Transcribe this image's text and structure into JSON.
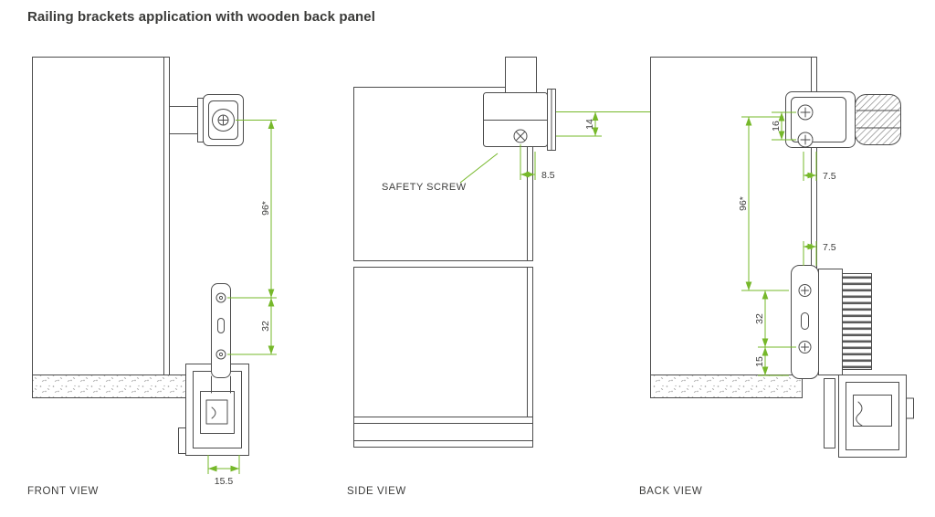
{
  "title": "Railing brackets application with wooden back panel",
  "colors": {
    "dimension_green": "#76b82a",
    "drawing_line": "#4c4c4c",
    "text": "#3c3c3b"
  },
  "views": {
    "front": {
      "label": "FRONT VIEW",
      "dim_96": "96*",
      "dim_32": "32",
      "dim_15_5": "15.5"
    },
    "side": {
      "label": "SIDE VIEW",
      "safety_screw_label": "SAFETY SCREW",
      "dim_8_5": "8.5",
      "dim_14": "14"
    },
    "back": {
      "label": "BACK VIEW",
      "dim_16": "16",
      "dim_7_5_top": "7.5",
      "dim_96": "96*",
      "dim_7_5_mid": "7.5",
      "dim_32": "32",
      "dim_15": "15"
    }
  }
}
